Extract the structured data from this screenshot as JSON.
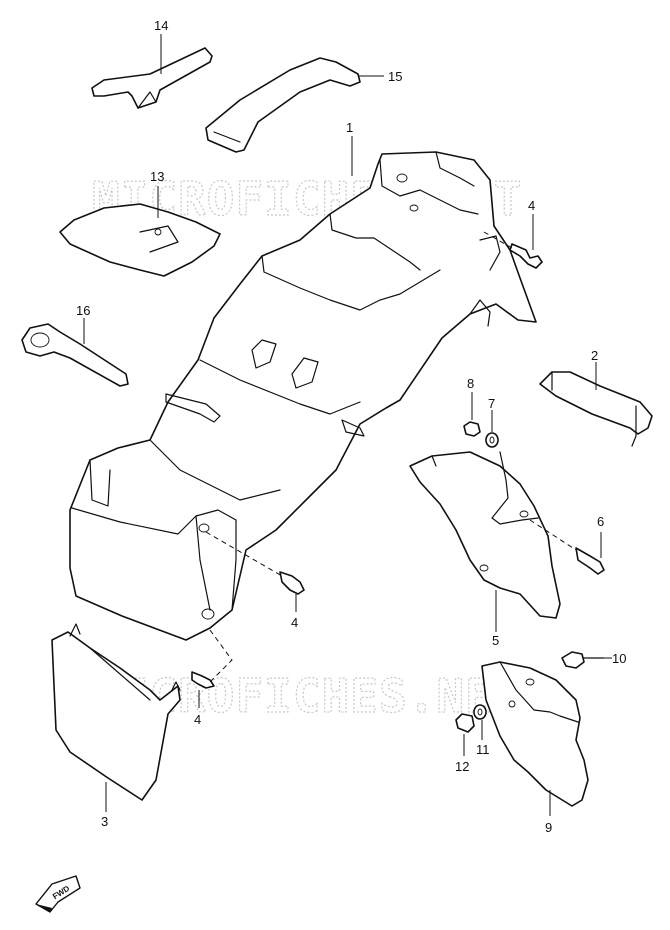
{
  "watermark": {
    "text": "MICROFICHES.NET"
  },
  "direction_badge": {
    "text": "FWD"
  },
  "callouts": {
    "p1": "1",
    "p2": "2",
    "p3": "3",
    "p4a": "4",
    "p4b": "4",
    "p4c": "4",
    "p5": "5",
    "p6": "6",
    "p7": "7",
    "p8": "8",
    "p9": "9",
    "p10": "10",
    "p11": "11",
    "p12": "12",
    "p13": "13",
    "p14": "14",
    "p15": "15",
    "p16": "16"
  }
}
